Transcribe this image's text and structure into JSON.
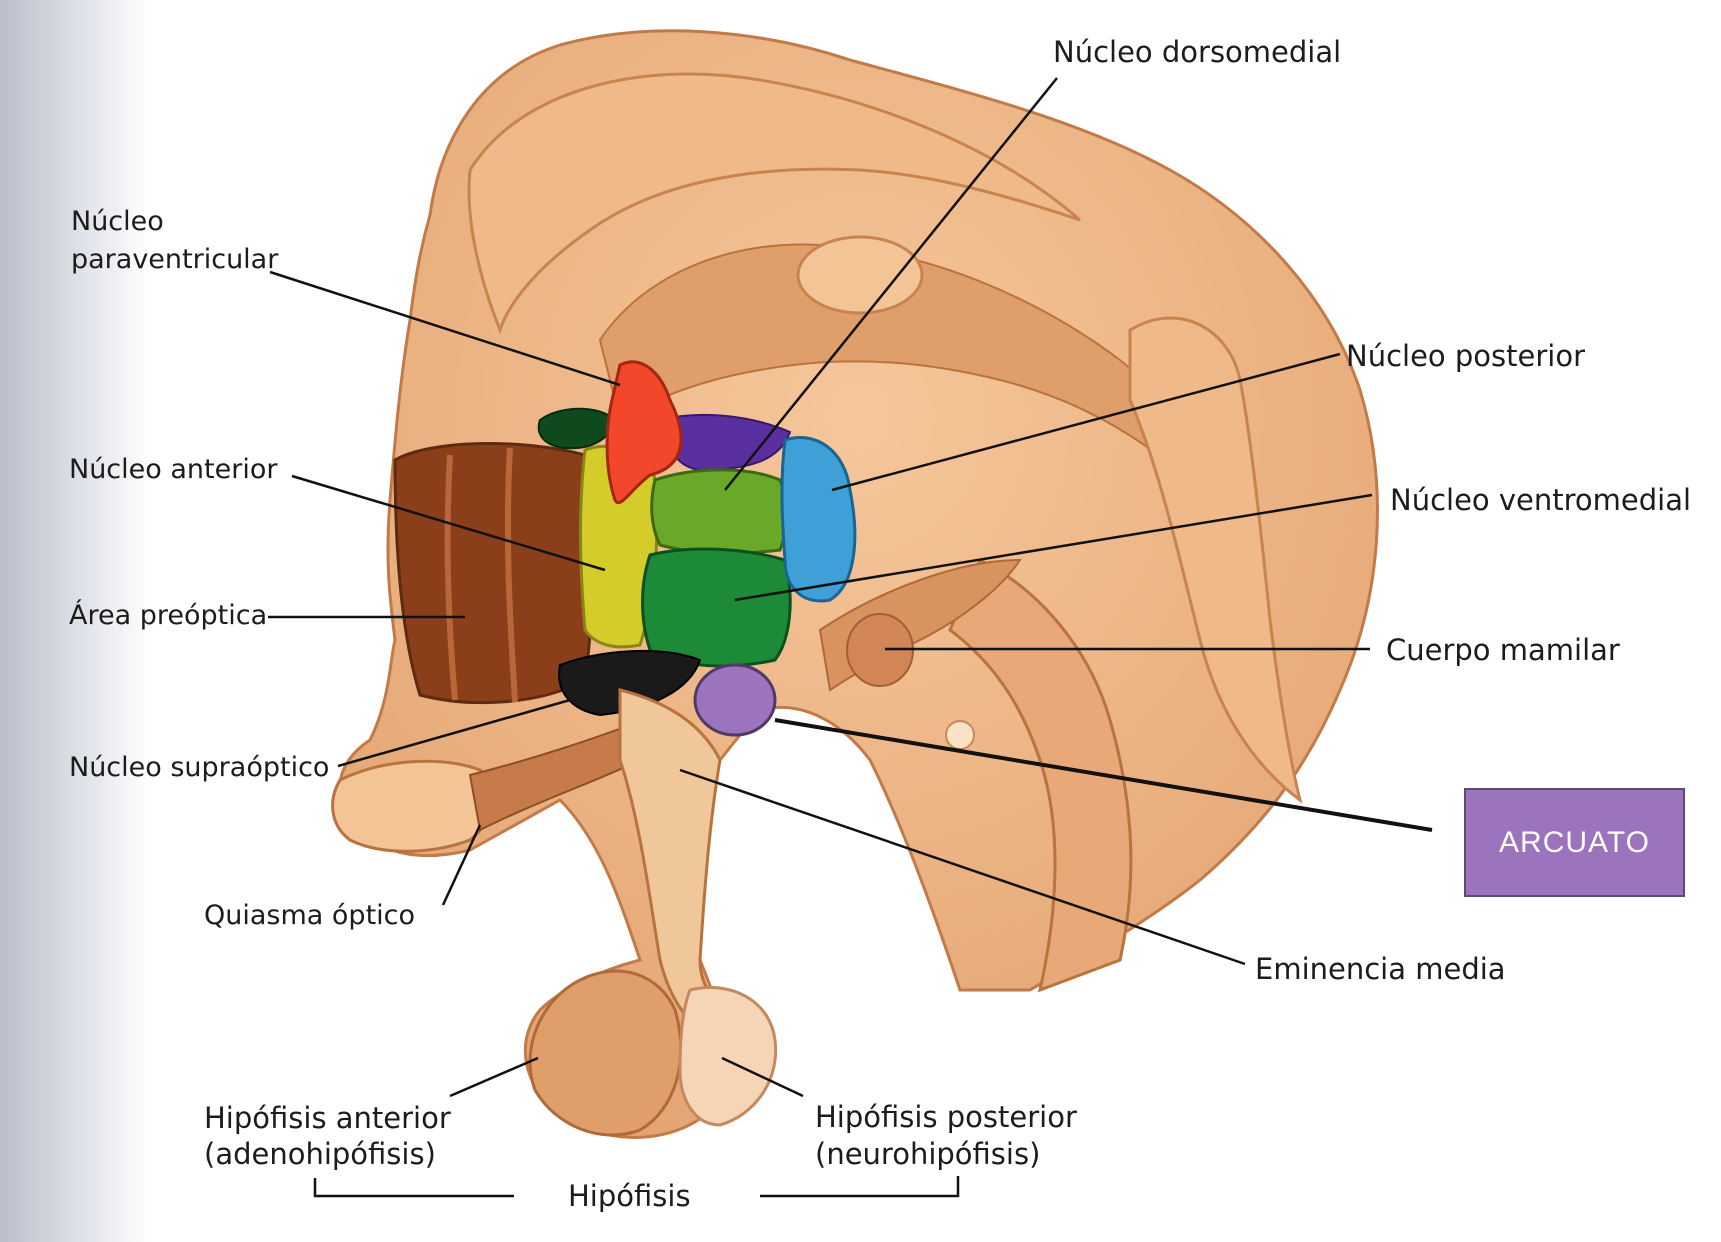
{
  "labels": {
    "nucleo_dorsomedial": "Núcleo dorsomedial",
    "nucleo_paraventricular_line1": "Núcleo",
    "nucleo_paraventricular_line2": "paraventricular",
    "nucleo_posterior": "Núcleo posterior",
    "nucleo_anterior": "Núcleo anterior",
    "nucleo_ventromedial": "Núcleo ventromedial",
    "area_preoptica": "Área preóptica",
    "cuerpo_mamilar": "Cuerpo mamilar",
    "nucleo_supraoptico": "Núcleo supraóptico",
    "quiasma_optico": "Quiasma óptico",
    "eminencia_media": "Eminencia media",
    "hipofisis_anterior_line1": "Hipófisis anterior",
    "hipofisis_anterior_line2": "(adenohipófisis)",
    "hipofisis_posterior_line1": "Hipófisis posterior",
    "hipofisis_posterior_line2": "(neurohipófisis)",
    "hipofisis": "Hipófisis"
  },
  "callout": {
    "arcuato": "ARCUATO",
    "color": "#9b74bd"
  },
  "colors": {
    "tissue": "#e8ad7c",
    "paraventricular": "#f2472a",
    "dorsomedial": "#6aa82a",
    "ventromedial": "#1d8a38",
    "posterior": "#3ea0d6",
    "anterior": "#d4cc2a",
    "preoptica": "#8a3f1a",
    "supraoptico": "#1a1a1a",
    "dorsal_purple": "#5a2fa0",
    "dark_green_top": "#0f4a1e"
  }
}
